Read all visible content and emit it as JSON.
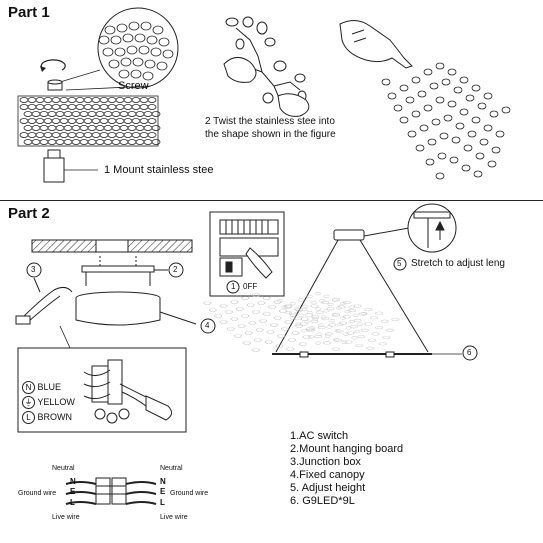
{
  "part1": {
    "title": "Part 1",
    "screw_label": "Screw",
    "step1_label": "1 Mount stainless stee",
    "step2_line1": "2 Twist the stainless stee  into",
    "step2_line2": "the shape shown in the figure"
  },
  "part2": {
    "title": "Part 2",
    "callout_3": "3",
    "callout_2": "2",
    "callout_4": "4",
    "callout_6": "6",
    "callout_1": "1",
    "off_label": "0FF",
    "stretch_label": "Stretch to adjust leng",
    "stretch_num": "5",
    "wiring_legend": [
      {
        "symbol": "N",
        "label": "BLUE"
      },
      {
        "symbol": "⏚",
        "label": "YELLOW"
      },
      {
        "symbol": "L",
        "label": "BROWN"
      }
    ],
    "spec_list": [
      "1.AC switch",
      "2.Mount hanging board",
      "3.Junction box",
      "4.Fixed canopy",
      "5. Adjust height",
      "6. G9LED*9L"
    ],
    "wire_diagram": {
      "neutral_left": "Neutral",
      "neutral_right": "Neutral",
      "ground_left": "Ground wire",
      "ground_right": "Ground wire",
      "live_left": "Live wire",
      "live_right": "Live wire",
      "n_left": "N",
      "e_left": "E",
      "l_left": "L",
      "n_right": "N",
      "e_right": "E",
      "l_right": "L"
    }
  }
}
